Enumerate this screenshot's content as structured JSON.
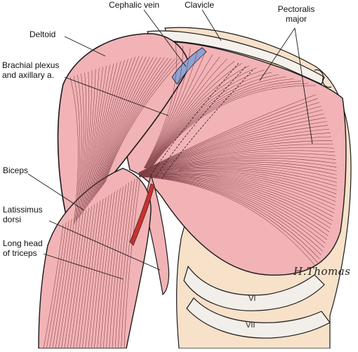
{
  "labels": {
    "cephalic_vein": "Cephalic vein",
    "clavicle": "Clavicle",
    "pectoralis_major_line1": "Pectoralis",
    "pectoralis_major_line2": "major",
    "deltoid": "Deltoid",
    "brachial_plexus_line1": "Brachial plexus",
    "brachial_plexus_line2": "and axillary a.",
    "biceps": "Biceps",
    "latissimus_line1": "Latissimus",
    "latissimus_line2": "dorsi",
    "triceps_line1": "Long head",
    "triceps_line2": "of triceps",
    "rib_6": "VI",
    "rib_7": "VII"
  },
  "signature": "H.Thomas",
  "colors": {
    "muscle": "#f2b3b6",
    "muscle_shade": "#e89aa0",
    "fiber": "#6b2b33",
    "skin": "#f7e1c9",
    "vein": "#8da3d6",
    "artery": "#c8322e",
    "rib": "#f2eee9",
    "outline": "#1a1a1a"
  }
}
